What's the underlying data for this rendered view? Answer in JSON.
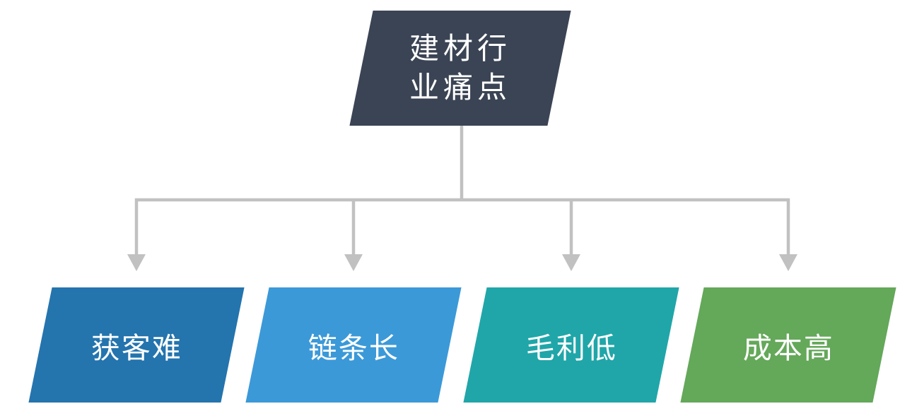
{
  "diagram": {
    "root": {
      "label": "建材行\n业痛点",
      "color": "#3B4454"
    },
    "children": [
      {
        "label": "获客难",
        "color": "#2474AE"
      },
      {
        "label": "链条长",
        "color": "#3B99D8"
      },
      {
        "label": "毛利低",
        "color": "#20A6A9"
      },
      {
        "label": "成本高",
        "color": "#64A85A"
      }
    ],
    "connector_color": "#C1C1C1"
  }
}
